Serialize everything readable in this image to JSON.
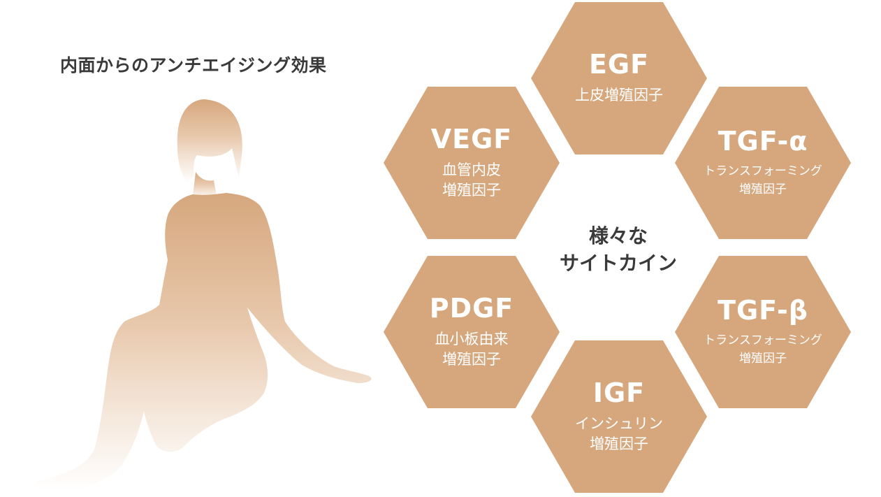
{
  "heading": "内面からのアンチエイジング効果",
  "center": {
    "line1": "様々な",
    "line2": "サイトカイン"
  },
  "colors": {
    "hex_fill": "#d6a77d",
    "figure_top": "#d6a77d",
    "figure_bottom": "#ffffff",
    "text_dark": "#3a3a3a"
  },
  "hexes": [
    {
      "code": "EGF",
      "desc1": "上皮増殖因子",
      "desc2": ""
    },
    {
      "code": "TGF-α",
      "desc1": "トランスフォーミング",
      "desc2": "増殖因子"
    },
    {
      "code": "TGF-β",
      "desc1": "トランスフォーミング",
      "desc2": "増殖因子"
    },
    {
      "code": "IGF",
      "desc1": "インシュリン",
      "desc2": "増殖因子"
    },
    {
      "code": "PDGF",
      "desc1": "血小板由来",
      "desc2": "増殖因子"
    },
    {
      "code": "VEGF",
      "desc1": "血管内皮",
      "desc2": "増殖因子"
    }
  ]
}
